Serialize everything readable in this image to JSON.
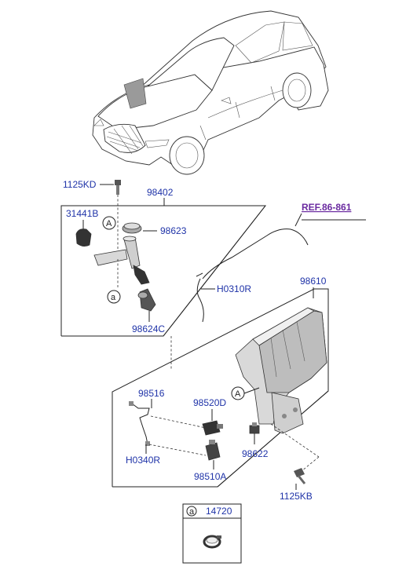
{
  "labels": {
    "bolt_top": "1125KD",
    "box_upper": "98402",
    "seal": "31441B",
    "cap": "98623",
    "hose_upper": "H0310R",
    "box_lower": "98610",
    "cap_lower": "98624C",
    "hose_lower_bracket": "98516",
    "pump_front": "98520D",
    "hose_lower": "H0340R",
    "grommet": "98622",
    "level_sensor": "98510A",
    "bolt_bottom": "1125KB",
    "clamp": "14720",
    "ref": "REF.86-861"
  },
  "callouts": {
    "A": "A",
    "a": "a"
  },
  "colors": {
    "part_label": "#1f33a8",
    "ref_label": "#6a2aa0"
  }
}
